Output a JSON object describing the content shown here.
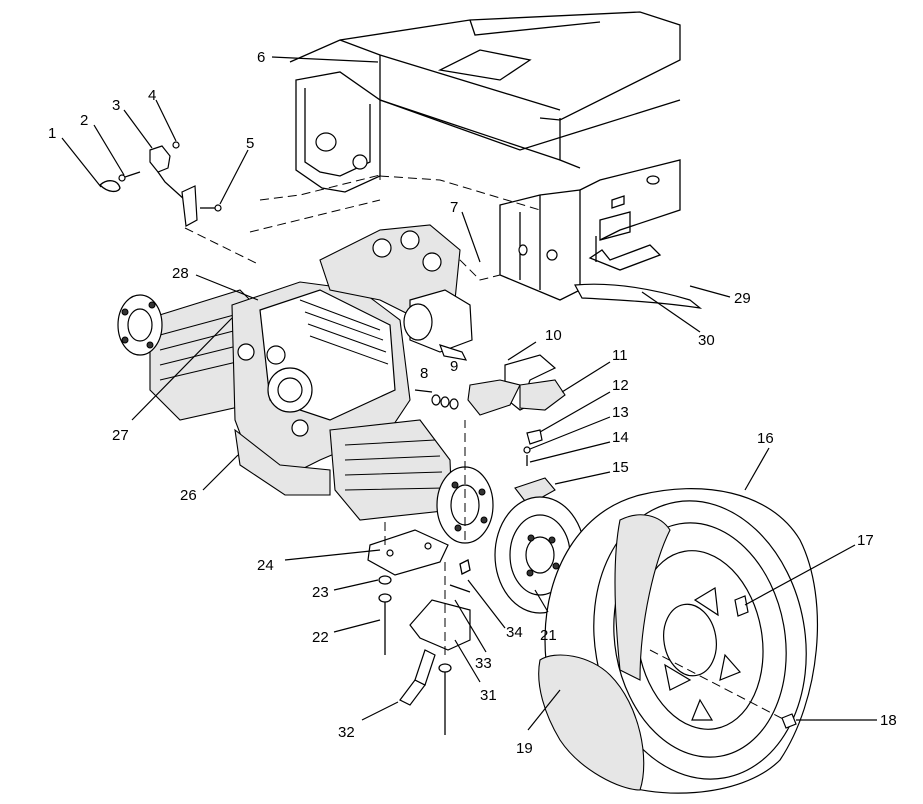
{
  "callouts": [
    {
      "id": "1",
      "label": "1"
    },
    {
      "id": "2",
      "label": "2"
    },
    {
      "id": "3",
      "label": "3"
    },
    {
      "id": "4",
      "label": "4"
    },
    {
      "id": "5",
      "label": "5"
    },
    {
      "id": "6",
      "label": "6"
    },
    {
      "id": "7",
      "label": "7"
    },
    {
      "id": "8",
      "label": "8"
    },
    {
      "id": "9",
      "label": "9"
    },
    {
      "id": "10",
      "label": "10"
    },
    {
      "id": "11",
      "label": "11"
    },
    {
      "id": "12",
      "label": "12"
    },
    {
      "id": "13",
      "label": "13"
    },
    {
      "id": "14",
      "label": "14"
    },
    {
      "id": "15",
      "label": "15"
    },
    {
      "id": "16",
      "label": "16"
    },
    {
      "id": "17",
      "label": "17"
    },
    {
      "id": "18",
      "label": "18"
    },
    {
      "id": "19",
      "label": "19"
    },
    {
      "id": "21",
      "label": "21"
    },
    {
      "id": "22",
      "label": "22"
    },
    {
      "id": "23",
      "label": "23"
    },
    {
      "id": "24",
      "label": "24"
    },
    {
      "id": "26",
      "label": "26"
    },
    {
      "id": "27",
      "label": "27"
    },
    {
      "id": "28",
      "label": "28"
    },
    {
      "id": "29",
      "label": "29"
    },
    {
      "id": "30",
      "label": "30"
    },
    {
      "id": "31",
      "label": "31"
    },
    {
      "id": "32",
      "label": "32"
    },
    {
      "id": "33",
      "label": "33"
    },
    {
      "id": "34",
      "label": "34"
    }
  ]
}
